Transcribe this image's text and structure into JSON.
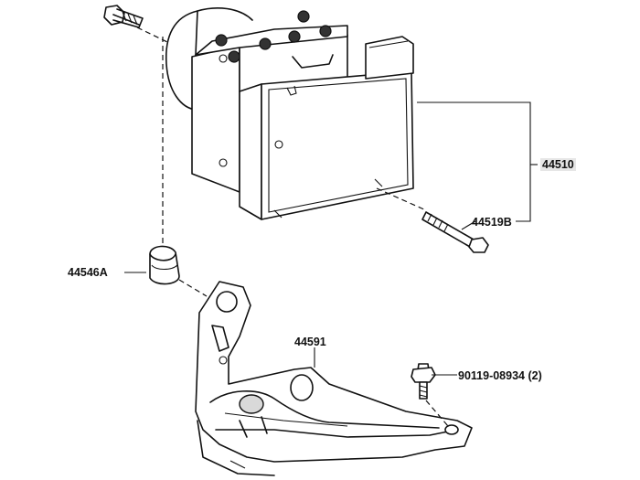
{
  "labels": {
    "actuator_assembly": "44510",
    "bracket_bolt": "44519B",
    "cushion": "44546A",
    "bracket": "44591",
    "mount_bolt": "90119-08934",
    "mount_bolt_qty": "(2)"
  },
  "colors": {
    "line": "#111111",
    "highlight": "#e6e6e6",
    "shade": "#d9d9d9"
  }
}
